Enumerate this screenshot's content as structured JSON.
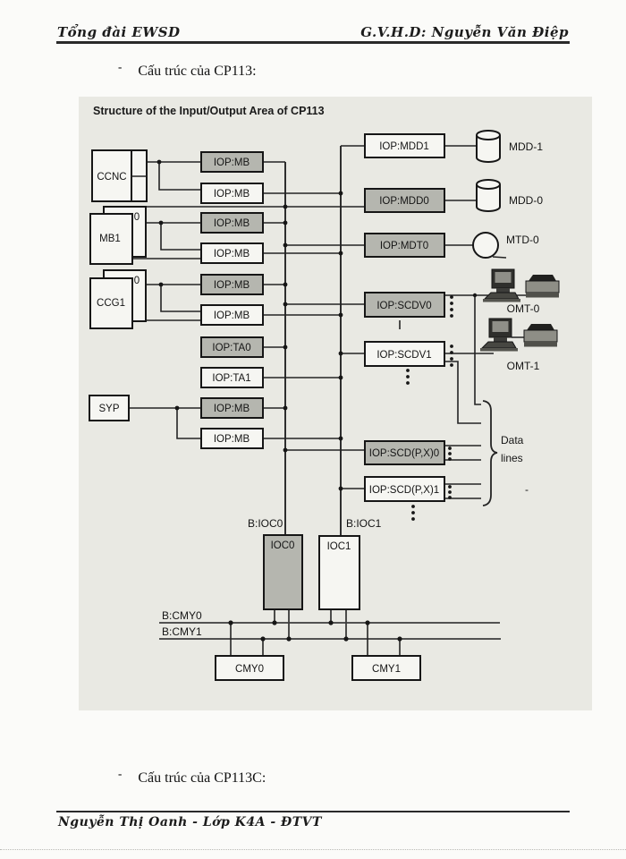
{
  "page": {
    "header": {
      "left": "Tổng đài EWSD",
      "right": "G.V.H.D: Nguyễn Văn Điệp"
    },
    "bullets": {
      "dash": "-",
      "item1": "Cấu trúc của CP113:",
      "item2": "Cấu trúc của CP113C:"
    },
    "footer": {
      "text": "Nguyễn Thị Oanh - Lớp K4A - ĐTVT"
    }
  },
  "diagram": {
    "title": "Structure of the Input/Output Area of CP113",
    "units": {
      "ccnc": "CCNC",
      "mb1": "MB1",
      "mb_plane0": "0",
      "ccg1": "CCG1",
      "ccg_plane0": "0",
      "syp": "SYP"
    },
    "iop_mid": [
      {
        "label": "IOP:MB",
        "shaded": true
      },
      {
        "label": "IOP:MB",
        "shaded": false
      },
      {
        "label": "IOP:MB",
        "shaded": true
      },
      {
        "label": "IOP:MB",
        "shaded": false
      },
      {
        "label": "IOP:MB",
        "shaded": true
      },
      {
        "label": "IOP:MB",
        "shaded": false
      },
      {
        "label": "IOP:TA0",
        "shaded": true
      },
      {
        "label": "IOP:TA1",
        "shaded": false
      },
      {
        "label": "IOP:MB",
        "shaded": true
      },
      {
        "label": "IOP:MB",
        "shaded": false
      }
    ],
    "iop_right": [
      {
        "label": "IOP:MDD1",
        "shaded": false
      },
      {
        "label": "IOP:MDD0",
        "shaded": true
      },
      {
        "label": "IOP:MDT0",
        "shaded": true
      },
      {
        "label": "IOP:SCDV0",
        "shaded": true
      },
      {
        "label": "IOP:SCDV1",
        "shaded": false
      },
      {
        "label": "IOP:SCD(P,X)0",
        "shaded": true
      },
      {
        "label": "IOP:SCD(P,X)1",
        "shaded": false
      }
    ],
    "devices": {
      "mdd1": "MDD-1",
      "mdd0": "MDD-0",
      "mtd0": "MTD-0",
      "omt0": "OMT-0",
      "omt1": "OMT-1"
    },
    "data_lines": {
      "word1": "Data",
      "word2": "lines",
      "dash": "-"
    },
    "buses": {
      "bioc0": "B:IOC0",
      "bioc1": "B:IOC1",
      "bcmy0": "B:CMY0",
      "bcmy1": "B:CMY1"
    },
    "ioc": {
      "ioc0": "IOC0",
      "ioc1": "IOC1"
    },
    "cmy": {
      "cmy0": "CMY0",
      "cmy1": "CMY1"
    },
    "colors": {
      "shaded_box": "#b5b6af",
      "white_box": "#f6f6f2",
      "diagram_bg": "#e9e9e3",
      "line": "#242424"
    }
  }
}
